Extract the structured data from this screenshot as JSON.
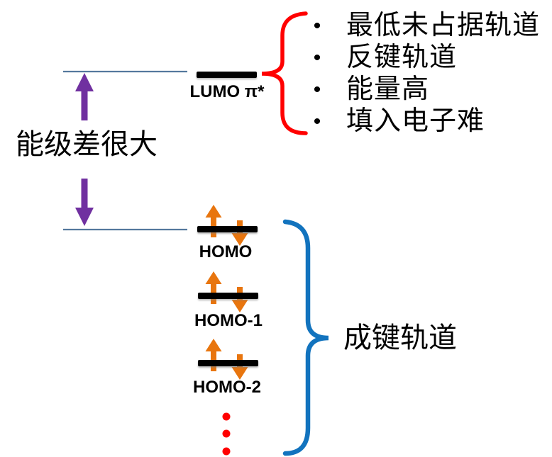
{
  "gap": {
    "label": "能级差很大"
  },
  "lumo": {
    "label": "LUMO π*",
    "bullets": [
      "最低未占据轨道",
      "反键轨道",
      "能量高",
      "填入电子难"
    ]
  },
  "homo_levels": [
    {
      "label": "HOMO"
    },
    {
      "label": "HOMO-1"
    },
    {
      "label": "HOMO-2"
    }
  ],
  "bonding": {
    "label": "成键轨道"
  },
  "icons": {
    "bullet": "•"
  },
  "colors": {
    "purple_arrow": "#7030A0",
    "orange_arrow": "#E8750E",
    "red_brace": "#FF0000",
    "red_dots": "#FF0000",
    "blue_brace": "#1273BE",
    "level_line": "#54789D",
    "bar": "#000000",
    "text": "#000000",
    "background": "#FFFFFF"
  }
}
